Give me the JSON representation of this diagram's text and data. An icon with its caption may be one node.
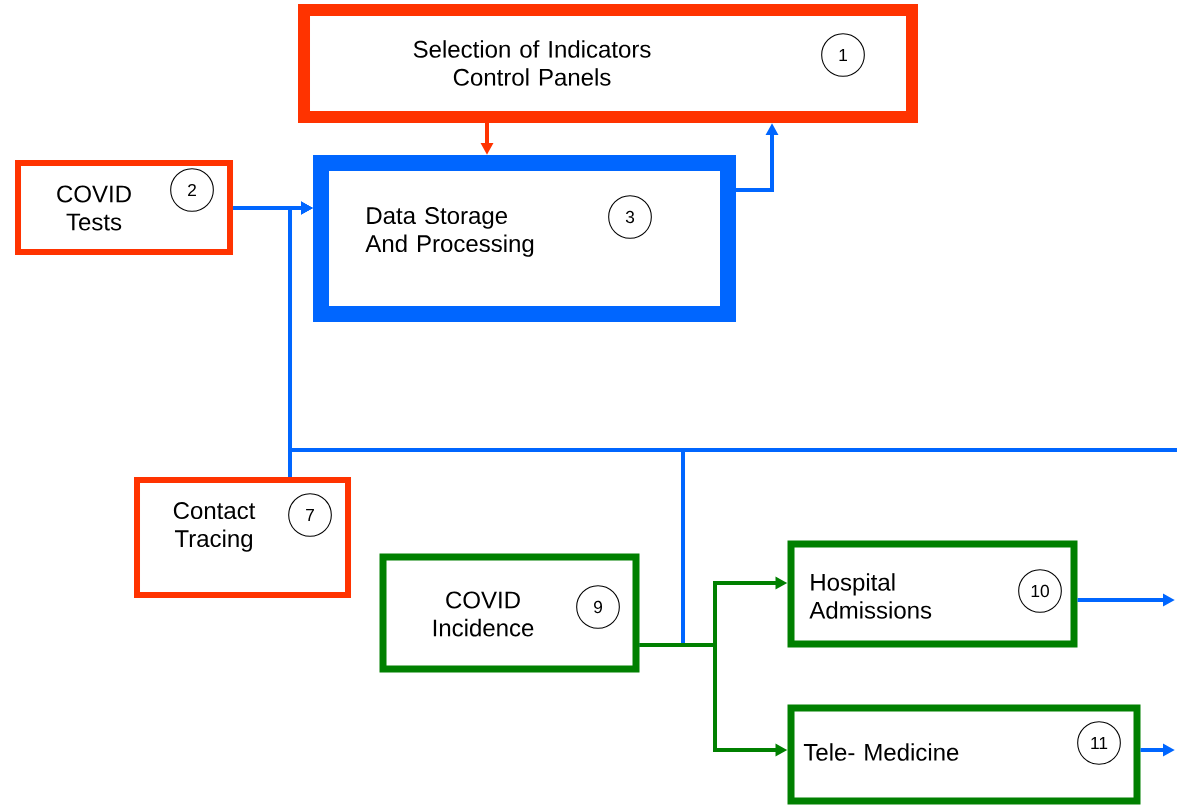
{
  "diagram": {
    "nodes": [
      {
        "text": [
          "Selection of Indicators Control Panels",
          "1"
        ]
      },
      {
        "text": [
          "COVID Tests",
          "2"
        ]
      },
      {
        "text": [
          "Data Storage And Processing",
          "3"
        ]
      },
      {
        "text": [
          "Contact Tracing",
          "7"
        ]
      },
      {
        "text": [
          "COVID Incidence",
          "9"
        ]
      },
      {
        "text": [
          "Hospital Admissions",
          "10"
        ]
      },
      {
        "text": [
          "Tele- Medicine",
          "11"
        ]
      }
    ],
    "edges": [
      {
        "from": 0,
        "to": 2,
        "arrow": "to",
        "color": "#ff3300"
      },
      {
        "from": 2,
        "to": 0,
        "arrow": "to"
      },
      {
        "from": 1,
        "to": 2,
        "arrow": "to"
      },
      {
        "from": 3,
        "to": 2,
        "arrow": "to"
      },
      {
        "from": 4,
        "to": 2,
        "arrow": "to"
      },
      {
        "from": null,
        "to": 2,
        "arrow": "to"
      },
      {
        "from": 4,
        "to": 5,
        "arrow": "to",
        "color": "#008000"
      },
      {
        "from": 4,
        "to": 6,
        "arrow": "to",
        "color": "#008000"
      },
      {
        "from": 5,
        "to": null,
        "arrow": "to"
      },
      {
        "from": 6,
        "to": null,
        "arrow": "to"
      }
    ]
  }
}
